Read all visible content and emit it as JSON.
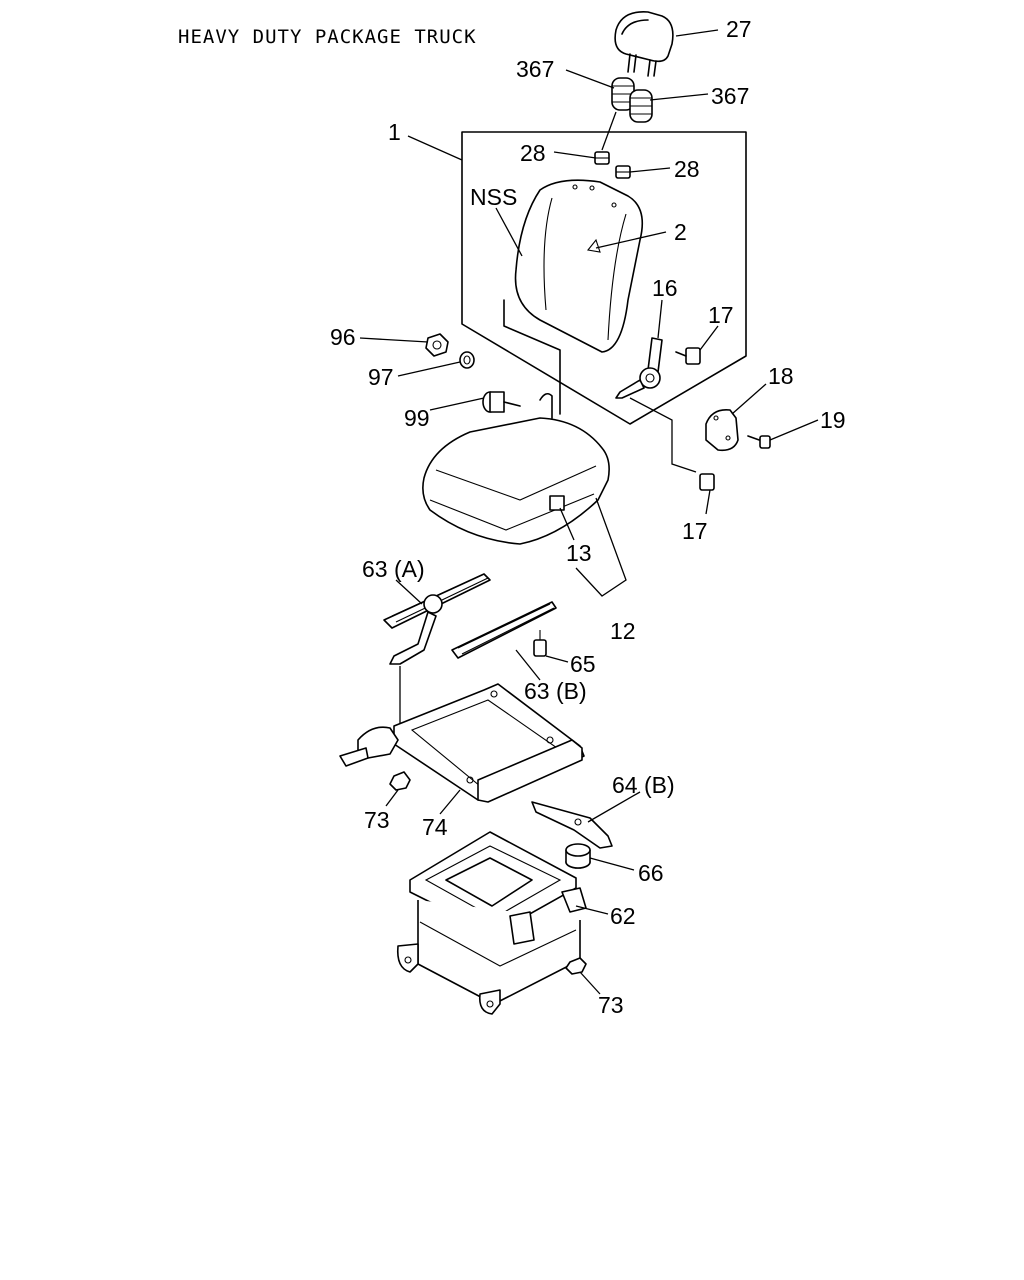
{
  "title": "HEAVY DUTY PACKAGE TRUCK",
  "callouts": {
    "c27": "27",
    "c367a": "367",
    "c367b": "367",
    "c1": "1",
    "c28a": "28",
    "c28b": "28",
    "nss": "NSS",
    "c2": "2",
    "c16": "16",
    "c17a": "17",
    "c96": "96",
    "c97": "97",
    "c99": "99",
    "c18": "18",
    "c19": "19",
    "c17b": "17",
    "c13": "13",
    "c12": "12",
    "c63a": "63 (A)",
    "c65": "65",
    "c63b": "63 (B)",
    "c64b": "64 (B)",
    "c73a": "73",
    "c74": "74",
    "c66": "66",
    "c62": "62",
    "c73b": "73"
  }
}
